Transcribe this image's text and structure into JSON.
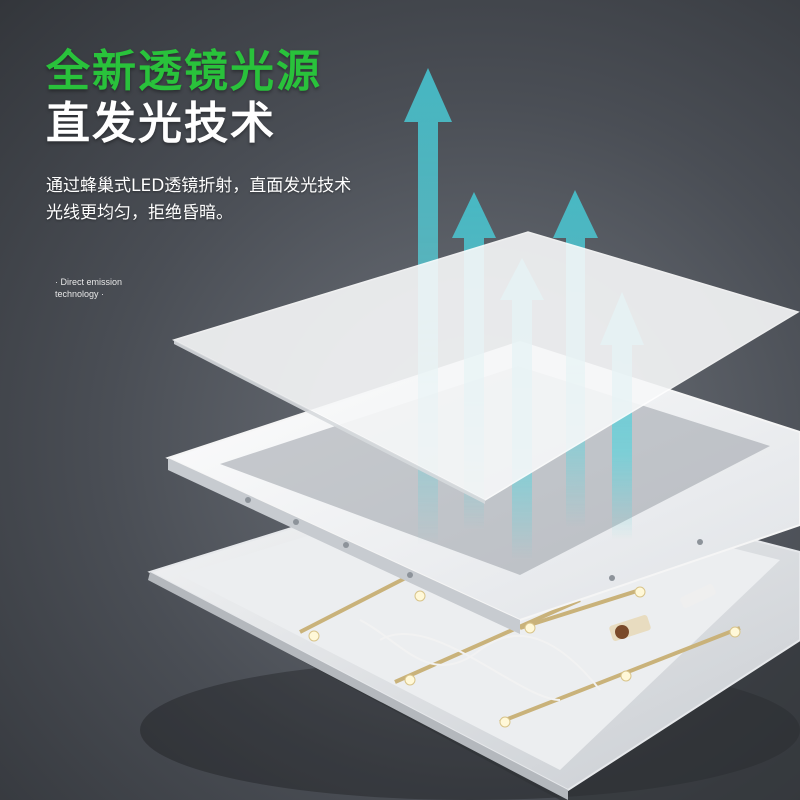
{
  "headline": {
    "line1": "全新透镜光源",
    "line2": "直发光技术"
  },
  "description": {
    "line1": "通过蜂巢式LED透镜折射，直面发光技术",
    "line2": "光线更均匀，拒绝昏暗。"
  },
  "english_note": {
    "line1": "· Direct emission",
    "line2": "technology ·"
  },
  "colors": {
    "accent_green": "#29c23b",
    "arrow_cyan": "#5fd3dc",
    "background": "#4a4e55"
  },
  "icons": [
    "up-arrow-icon"
  ]
}
